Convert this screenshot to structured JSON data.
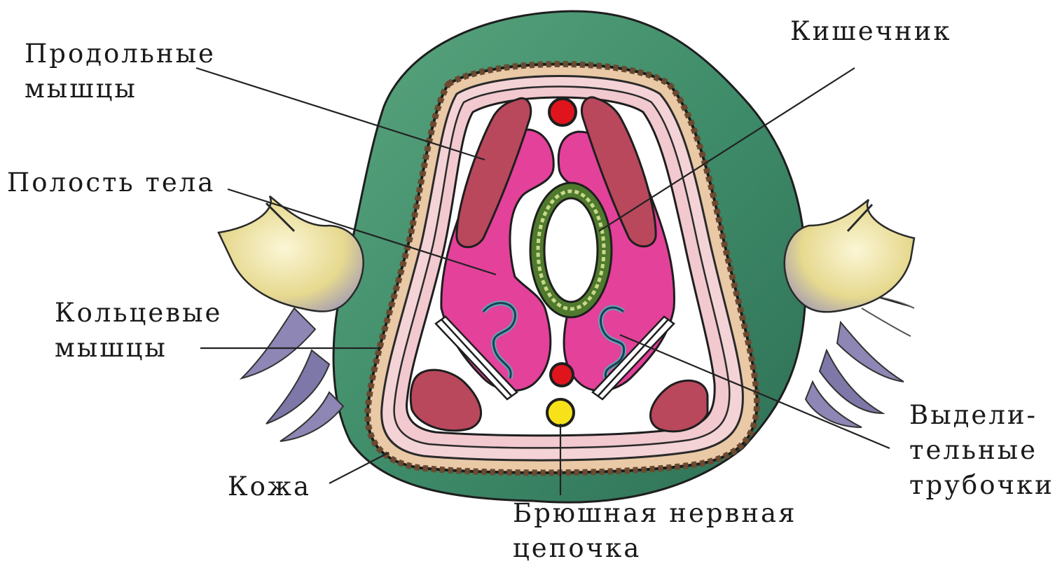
{
  "labels": {
    "longitudinal_muscles": [
      "Продольные",
      "мышцы"
    ],
    "body_cavity": [
      "Полость тела"
    ],
    "circular_muscles": [
      "Кольцевые",
      "мышцы"
    ],
    "skin": [
      "Кожа"
    ],
    "intestine": [
      "Кишечник"
    ],
    "excretory_tubules": [
      "Выдели-",
      "тельные",
      "трубочки"
    ],
    "nerve_cord": [
      "Брюшная нервная",
      "цепочка"
    ]
  },
  "colors": {
    "outer_body": "#3f8f6e",
    "skin_band": "#e9c9a6",
    "muscle_band": "#f1c9cf",
    "cavity_pink": "#e3419a",
    "longitudinal_muscle": "#b9485c",
    "gut_wall": "#4f7a2e",
    "blood_vessel": "#e0141d",
    "nerve_cord": "#f7e21a",
    "excretory": "#5fa6b8",
    "setae": "#e9dfa9"
  }
}
